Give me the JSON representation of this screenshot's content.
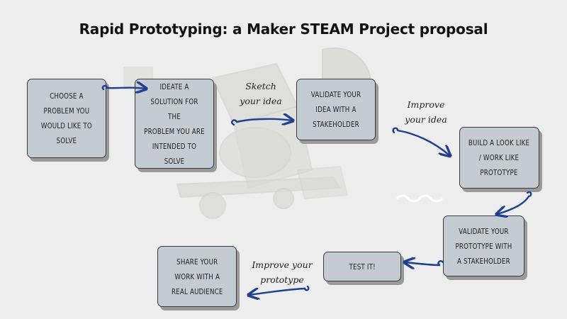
{
  "title": "Rapid Prototyping: a Maker STEAM Project proposal",
  "steps": [
    "CHOOSE A\nPROBLEM YOU\nWOULD LIKE TO\nSOLVE",
    "IDEATE A\nSOLUTION FOR THE\nPROBLEM YOU ARE\nINTENDED TO\nSOLVE",
    "VALIDATE YOUR\nIDEA WITH A\nSTAKEHOLDER",
    "BUILD A LOOK LIKE\n/ WORK LIKE\nPROTOTYPE",
    "VALIDATE YOUR\nPROTOTYPE WITH\nA STAKEHOLDER",
    "TEST IT!",
    "SHARE YOUR\nWORK WITH A\nREAL AUDIENCE"
  ],
  "notes": {
    "sketch": "Sketch\nyour idea",
    "improve_idea": "Improve\nyour idea",
    "improve_prototype": "Improve your\nprototype"
  },
  "colors": {
    "box_fill": "#c4cbd3",
    "arrow": "#1f3f8f",
    "background": "#ededed"
  }
}
